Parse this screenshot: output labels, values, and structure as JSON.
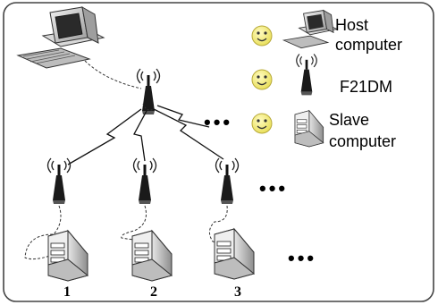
{
  "legend": {
    "host_label": "Host computer",
    "host_line1": "Host",
    "host_line2": "computer",
    "modem_label": "F21DM",
    "slave_label": "Slave computer",
    "slave_line1": "Slave",
    "slave_line2": "computer"
  },
  "nodes": {
    "slave_numbers": [
      "1",
      "2",
      "3"
    ]
  },
  "ellipses": {
    "top": "•••",
    "middle": "•••",
    "bottom": "•••"
  },
  "colors": {
    "smiley_fill": "#f4f07a",
    "device_gray": "#c8c8c8",
    "border": "#555555"
  }
}
